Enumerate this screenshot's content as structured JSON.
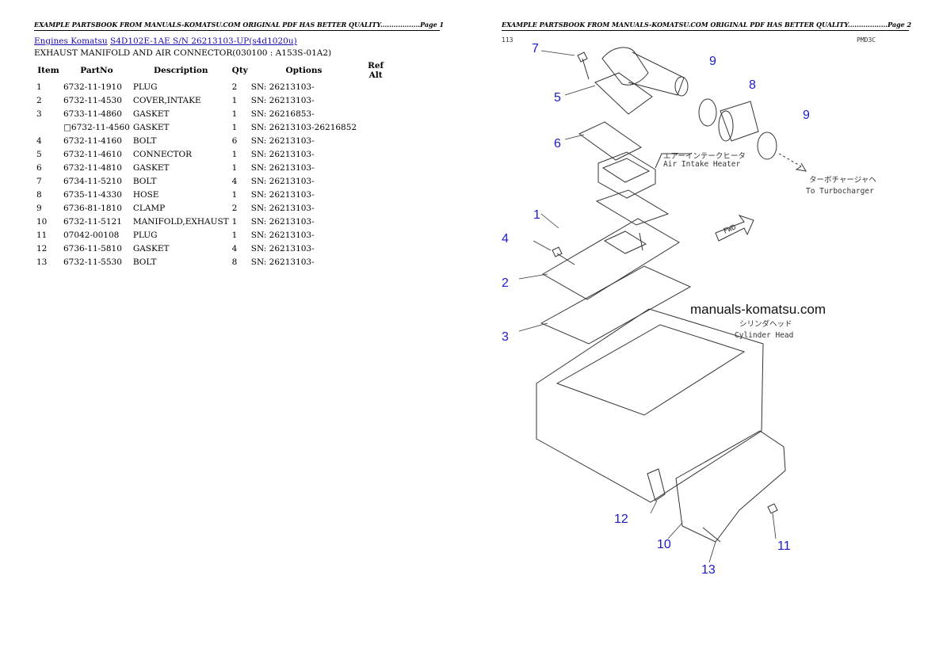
{
  "page1": {
    "header": "EXAMPLE PARTSBOOK FROM MANUALS-KOMATSU.COM ORIGINAL PDF HAS BETTER QUALITY..................Page 1",
    "breadcrumb": {
      "engines_link": "Engines Komatsu",
      "model_link": "S4D102E-1AE S/N 26213103-UP(s4d1020u)"
    },
    "section_title": "EXHAUST MANIFOLD AND AIR CONNECTOR(030100 : A153S-01A2)",
    "table": {
      "headers": [
        "Item",
        "PartNo",
        "Description",
        "Qty",
        "Options",
        "Ref Alt"
      ],
      "rows": [
        [
          "1",
          "6732-11-1910",
          "PLUG",
          "2",
          "SN: 26213103-",
          ""
        ],
        [
          "2",
          "6732-11-4530",
          "COVER,INTAKE",
          "1",
          "SN: 26213103-",
          ""
        ],
        [
          "3",
          "6733-11-4860",
          "GASKET",
          "1",
          "SN: 26216853-",
          ""
        ],
        [
          "",
          "□6732-11-4560",
          "GASKET",
          "1",
          "SN: 26213103-26216852",
          ""
        ],
        [
          "4",
          "6732-11-4160",
          "BOLT",
          "6",
          "SN: 26213103-",
          ""
        ],
        [
          "5",
          "6732-11-4610",
          "CONNECTOR",
          "1",
          "SN: 26213103-",
          ""
        ],
        [
          "6",
          "6732-11-4810",
          "GASKET",
          "1",
          "SN: 26213103-",
          ""
        ],
        [
          "7",
          "6734-11-5210",
          "BOLT",
          "4",
          "SN: 26213103-",
          ""
        ],
        [
          "8",
          "6735-11-4330",
          "HOSE",
          "1",
          "SN: 26213103-",
          ""
        ],
        [
          "9",
          "6736-81-1810",
          "CLAMP",
          "2",
          "SN: 26213103-",
          ""
        ],
        [
          "10",
          "6732-11-5121",
          "MANIFOLD,EXHAUST",
          "1",
          "SN: 26213103-",
          ""
        ],
        [
          "11",
          "07042-00108",
          "PLUG",
          "1",
          "SN: 26213103-",
          ""
        ],
        [
          "12",
          "6736-11-5810",
          "GASKET",
          "4",
          "SN: 26213103-",
          ""
        ],
        [
          "13",
          "6732-11-5530",
          "BOLT",
          "8",
          "SN: 26213103-",
          ""
        ]
      ]
    }
  },
  "page2": {
    "header": "EXAMPLE PARTSBOOK FROM MANUALS-KOMATSU.COM ORIGINAL PDF HAS BETTER QUALITY..................Page 2",
    "diagram": {
      "corner_left": "113",
      "corner_right": "PMD3C",
      "callouts": [
        "7",
        "9",
        "5",
        "8",
        "9",
        "6",
        "1",
        "4",
        "2",
        "3",
        "12",
        "10",
        "13",
        "11"
      ],
      "heater_label_jp": "エアーインテークヒータ",
      "heater_label_en": "Air Intake Heater",
      "turbo_label_jp": "ターボチャージャヘ",
      "turbo_label_en": "To Turbocharger",
      "fwd_label": "FWD",
      "watermark": "manuals-komatsu.com",
      "head_label_jp": "シリンダヘッド",
      "head_label_en": "Cylinder Head",
      "colors": {
        "callout": "#1a1acc",
        "line": "#333333"
      }
    }
  }
}
